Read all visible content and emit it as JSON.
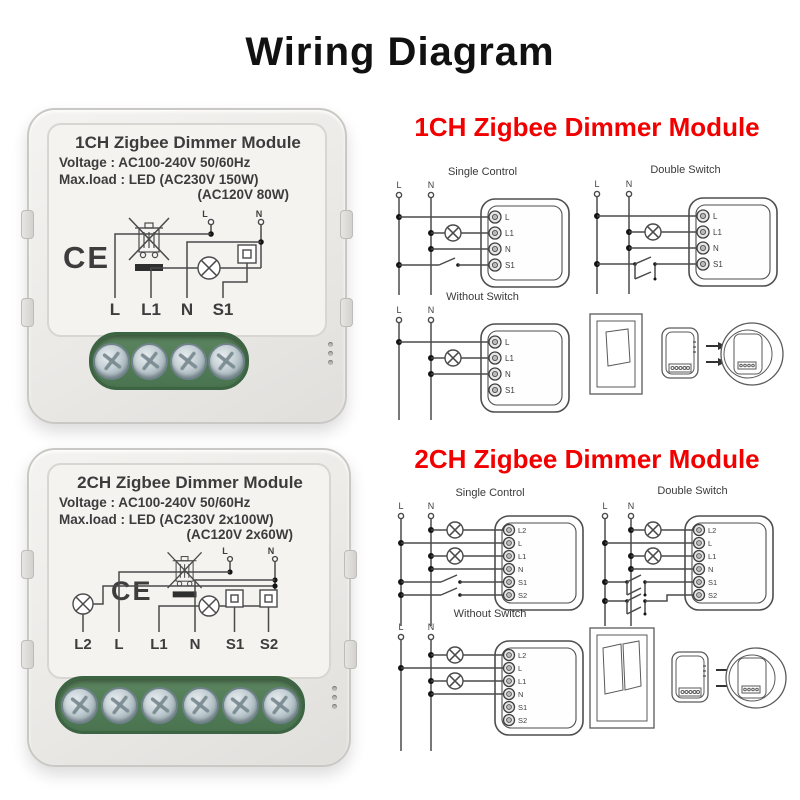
{
  "title": "Wiring Diagram",
  "colors": {
    "heading_red": "#f20000",
    "terminal_green": "#4a7450",
    "device_body": "#ecebe8",
    "text_dark": "#3b3b3b"
  },
  "products": [
    {
      "name": "1CH Zigbee Dimmer Module",
      "voltage": "Voltage : AC100-240V 50/60Hz",
      "max_load": "Max.load : LED (AC230V 150W)",
      "max_load2": "(AC120V 80W)",
      "ce_mark": "CE",
      "schematic_live": "L",
      "schematic_neutral": "N",
      "terminals": [
        "L",
        "L1",
        "N",
        "S1"
      ]
    },
    {
      "name": "2CH Zigbee Dimmer Module",
      "voltage": "Voltage : AC100-240V 50/60Hz",
      "max_load": "Max.load : LED (AC230V 2x100W)",
      "max_load2": "(AC120V 2x60W)",
      "ce_mark": "CE",
      "schematic_live": "L",
      "schematic_neutral": "N",
      "terminals": [
        "L2",
        "L",
        "L1",
        "N",
        "S1",
        "S2"
      ]
    }
  ],
  "sections": [
    {
      "heading": "1CH Zigbee Dimmer Module",
      "single_control_label": "Single Control",
      "double_switch_label": "Double Switch",
      "without_switch_label": "Without Switch",
      "live_label": "L",
      "neutral_label": "N",
      "terminals": [
        "L",
        "L1",
        "N",
        "S1"
      ]
    },
    {
      "heading": "2CH Zigbee Dimmer Module",
      "single_control_label": "Single Control",
      "double_switch_label": "Double Switch",
      "without_switch_label": "Without Switch",
      "live_label": "L",
      "neutral_label": "N",
      "terminals": [
        "L2",
        "L",
        "L1",
        "N",
        "S1",
        "S2"
      ]
    }
  ]
}
